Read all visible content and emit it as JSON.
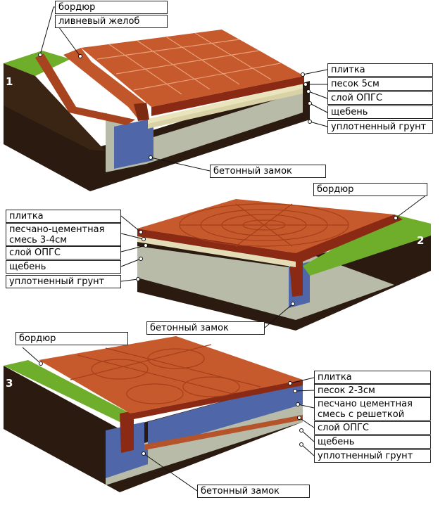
{
  "diagrams": [
    {
      "number": "1",
      "labels": {
        "border": "бордюр",
        "gutter": "ливневый желоб",
        "tile": "плитка",
        "sand": "песок 5см",
        "opgs": "слой ОПГС",
        "gravel": "щебень",
        "soil": "уплотненный грунт",
        "lock": "бетонный замок"
      }
    },
    {
      "number": "2",
      "labels": {
        "border": "бордюр",
        "tile": "плитка",
        "mix": "песчано-цементная смесь 3-4см",
        "opgs": "слой ОПГС",
        "gravel": "щебень",
        "soil": "уплотненный грунт",
        "lock": "бетонный замок"
      }
    },
    {
      "number": "3",
      "labels": {
        "border": "бордюр",
        "tile": "плитка",
        "sand": "песок 2-3см",
        "mix": "песчано цементная смесь с решеткой",
        "opgs": "слой ОПГС",
        "gravel": "щебень",
        "soil": "уплотненный грунт",
        "lock": "бетонный замок"
      }
    }
  ],
  "colors": {
    "grass": "#6fae2a",
    "soil": "#2b1a10",
    "gravel": "#b7bba8",
    "concrete_lock": "#4f67a8",
    "opgs": "#d8d2a6",
    "tile": "#c65a2c",
    "border": "#8a2a14"
  }
}
